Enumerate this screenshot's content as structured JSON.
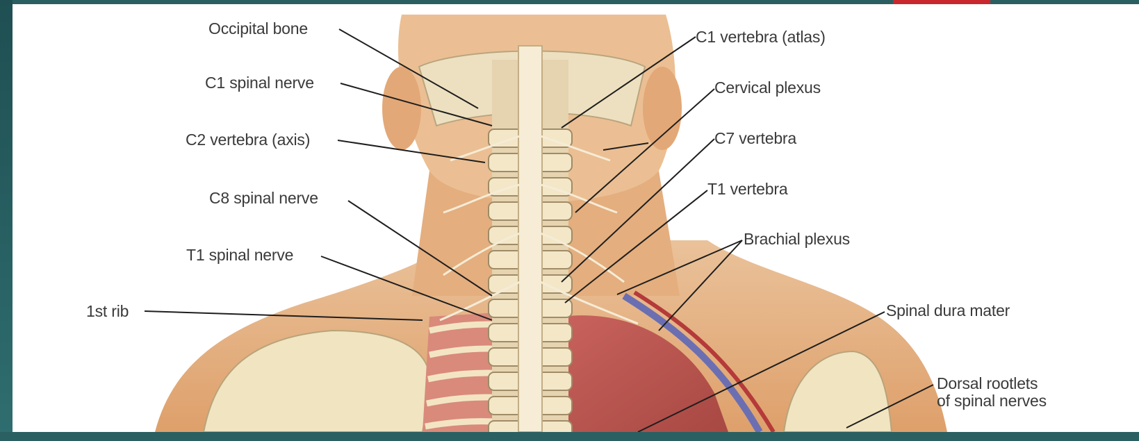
{
  "labels": {
    "occipital_bone": "Occipital bone",
    "c1_spinal_nerve": "C1 spinal nerve",
    "c2_vertebra": "C2 vertebra (axis)",
    "c8_spinal_nerve": "C8 spinal nerve",
    "t1_spinal_nerve": "T1 spinal nerve",
    "first_rib": "1st rib",
    "c1_vertebra": "C1 vertebra (atlas)",
    "cervical_plexus": "Cervical plexus",
    "c7_vertebra": "C7 vertebra",
    "t1_vertebra": "T1 vertebra",
    "brachial_plexus": "Brachial plexus",
    "spinal_dura_mater": "Spinal dura mater",
    "dorsal_rootlets_line1": "Dorsal rootlets",
    "dorsal_rootlets_line2": "of spinal nerves"
  },
  "colors": {
    "frame": "#2a5a5c",
    "accent": "#c8282d",
    "skin": "#e7b07e",
    "bone": "#f2e6c6",
    "lung": "#c45a55",
    "label_text": "#3a3a3a"
  }
}
